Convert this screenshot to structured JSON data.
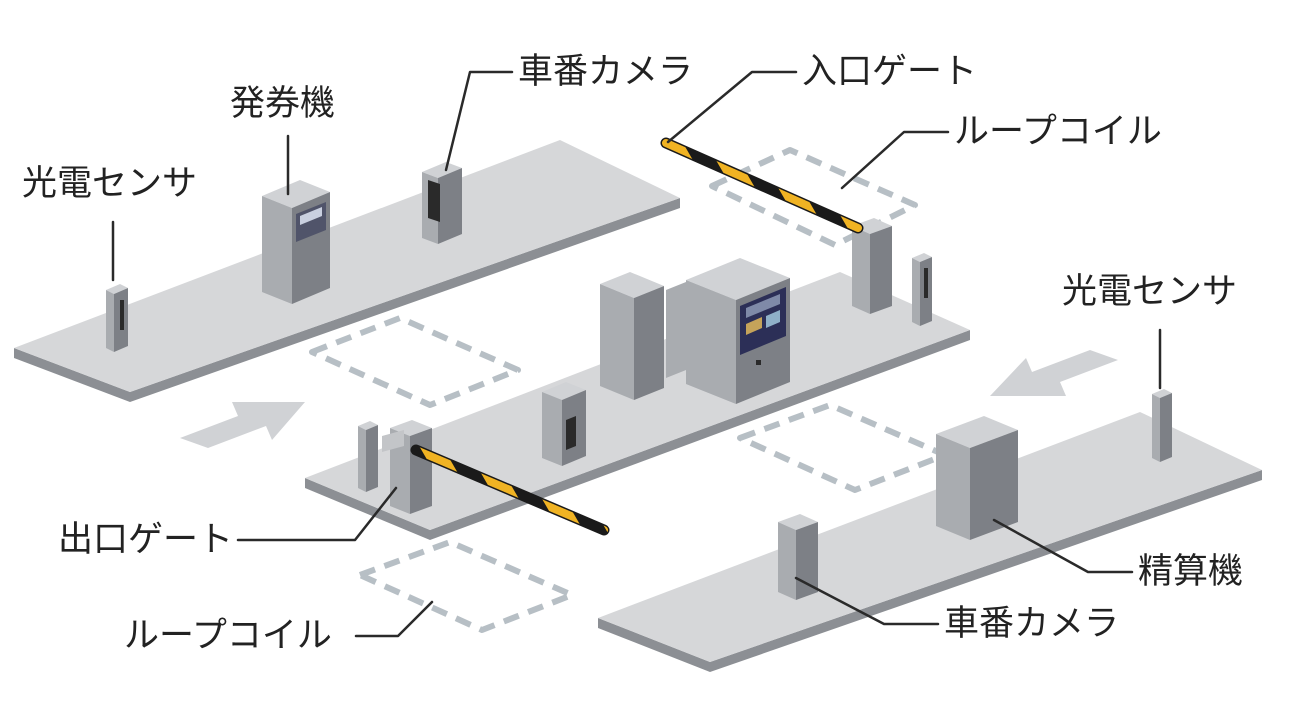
{
  "labels": {
    "photo_sensor_left": "光電センサ",
    "ticket_machine": "発券機",
    "plate_camera_top": "車番カメラ",
    "entrance_gate": "入口ゲート",
    "loop_coil_right": "ループコイル",
    "photo_sensor_right": "光電センサ",
    "exit_gate": "出口ゲート",
    "loop_coil_left": "ループコイル",
    "payment_machine": "精算機",
    "plate_camera_bottom": "車番カメラ"
  },
  "colors": {
    "island_top": "#d6d7d9",
    "island_side": "#8c8f94",
    "device_light": "#d0d2d5",
    "device_mid": "#a9acb0",
    "device_dark": "#7d8086",
    "barrier_yellow": "#f0b323",
    "barrier_black": "#1a1a1a",
    "coil": "#b7bfc5",
    "arrow": "#d0d2d5",
    "panel_navy": "#2c2f57"
  },
  "icons": [
    "left-arrow-icon",
    "right-arrow-icon"
  ]
}
